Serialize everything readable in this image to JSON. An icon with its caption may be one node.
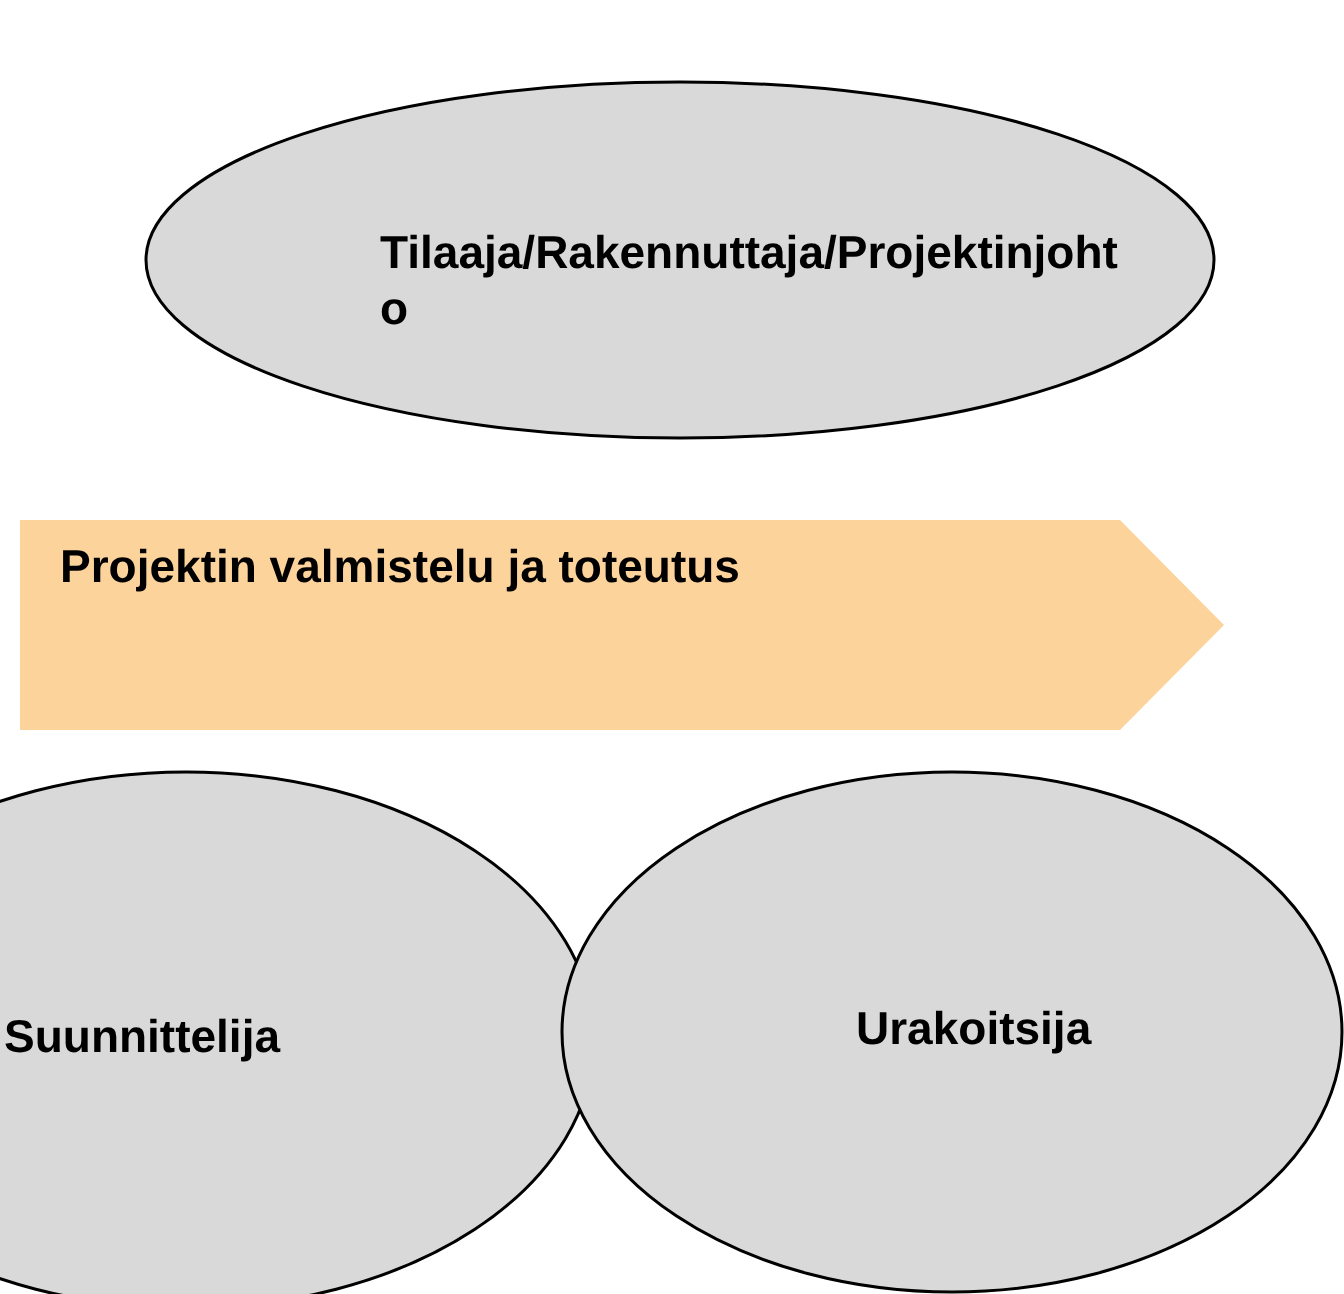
{
  "diagram": {
    "nodes": [
      {
        "text": [
          "Tilaaja/Rakennuttaja/Projektinjohto"
        ]
      },
      {
        "text": [
          "Projektin valmistelu ja toteutus"
        ]
      },
      {
        "text": [
          "Suunnittelija"
        ]
      },
      {
        "text": [
          "Urakoitsija"
        ]
      }
    ]
  }
}
